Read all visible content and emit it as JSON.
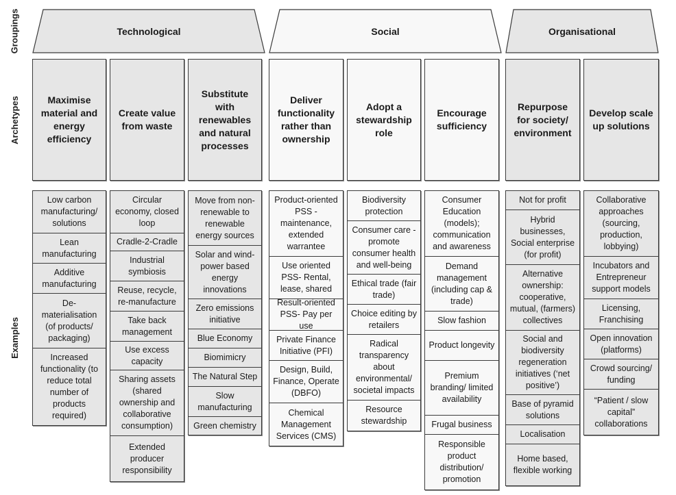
{
  "row_labels": {
    "groupings": "Groupings",
    "archetypes": "Archetypes",
    "examples": "Examples"
  },
  "groups": [
    {
      "label": "Technological",
      "fill": "#e6e6e6"
    },
    {
      "label": "Social",
      "fill": "#f8f8f8"
    },
    {
      "label": "Organisational",
      "fill": "#e6e6e6"
    }
  ],
  "archetypes": [
    "Maximise material and energy efficiency",
    "Create value from waste",
    "Substitute with renewables and natural processes",
    "Deliver functionality rather than ownership",
    "Adopt a stewardship role",
    "Encourage sufficiency",
    "Repurpose for society/ environment",
    "Develop scale up solutions"
  ],
  "examples": [
    [
      "Low carbon manufacturing/ solutions",
      "Lean manufacturing",
      "Additive manufacturing",
      "De-materialisation (of products/ packaging)",
      "Increased functionality (to reduce total number of products required)"
    ],
    [
      "Circular economy, closed loop",
      "Cradle-2-Cradle",
      "Industrial symbiosis",
      "Reuse, recycle, re-manufacture",
      "Take back management",
      "Use excess capacity",
      "Sharing assets (shared ownership and collaborative consumption)",
      "Extended producer responsibility"
    ],
    [
      "Move from non-renewable to renewable energy sources",
      "Solar and wind-power based energy innovations",
      "Zero emissions initiative",
      "Blue Economy",
      "Biomimicry",
      "The Natural Step",
      "Slow manufacturing",
      "Green chemistry"
    ],
    [
      "Product-oriented PSS - maintenance, extended warrantee",
      "Use oriented PSS- Rental, lease, shared",
      "Result-oriented PSS- Pay per use",
      "Private Finance Initiative (PFI)",
      "Design, Build, Finance, Operate (DBFO)",
      "Chemical Management Services (CMS)"
    ],
    [
      "Biodiversity protection",
      "Consumer care - promote consumer health and well-being",
      "Ethical trade (fair trade)",
      "Choice editing by retailers",
      "Radical transparency about environmental/ societal impacts",
      "Resource stewardship"
    ],
    [
      "Consumer Education (models); communication and awareness",
      "Demand management (including cap & trade)",
      "Slow fashion",
      "Product longevity",
      "Premium branding/ limited availability",
      "Frugal business",
      "Responsible product distribution/ promotion"
    ],
    [
      "Not for profit",
      "Hybrid businesses, Social enterprise (for profit)",
      "Alternative ownership: cooperative, mutual, (farmers) collectives",
      "Social and biodiversity regeneration initiatives (‘net positive’)",
      "Base of pyramid solutions",
      "Localisation",
      "Home based, flexible working"
    ],
    [
      "Collaborative approaches (sourcing, production, lobbying)",
      "Incubators and Entrepreneur support models",
      "Licensing, Franchising",
      "Open innovation (platforms)",
      "Crowd sourcing/ funding",
      "“Patient / slow capital” collaborations"
    ]
  ]
}
